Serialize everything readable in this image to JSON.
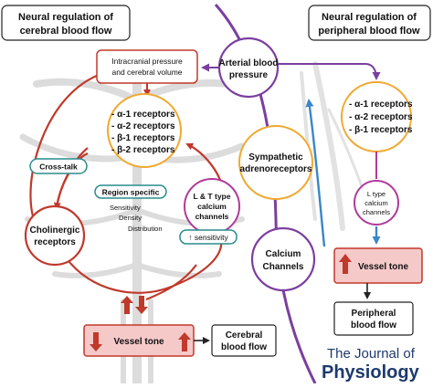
{
  "titles": {
    "cerebral": [
      "Neural regulation of",
      "cerebral blood flow"
    ],
    "peripheral": [
      "Neural regulation of",
      "peripheral blood flow"
    ]
  },
  "nodes": {
    "intracranial": [
      "Intracranial pressure",
      "and cerebral volume"
    ],
    "receptors_left": [
      "- α-1 receptors",
      "- α-2 receptors",
      "- β-1 receptors",
      "- β-2 receptors"
    ],
    "arterial_bp": [
      "Arterial blood",
      "pressure"
    ],
    "receptors_right": [
      "- α-1 receptors",
      "- α-2 receptors",
      "- β-1 receptors"
    ],
    "sympathetic": [
      "Sympathetic",
      "adrenoreceptors"
    ],
    "calcium_channels": [
      "Calcium",
      "Channels"
    ],
    "lt_type_left": [
      "L & T type",
      "calcium",
      "channels"
    ],
    "lt_type_right": [
      "L type",
      "calcium",
      "channels"
    ],
    "cholinergic": [
      "Cholinergic",
      "receptors"
    ],
    "cross_talk": "Cross-talk",
    "region_specific": "Region specific",
    "region_details": [
      "Sensitivity",
      "Density",
      "Distribution"
    ],
    "sensitivity_up": "↑ sensitivity",
    "vessel_tone_left": "Vessel tone",
    "vessel_tone_right": "Vessel tone",
    "cerebral_blood_flow": [
      "Cerebral",
      "blood flow"
    ],
    "peripheral_blood_flow": [
      "Peripheral",
      "blood flow"
    ]
  },
  "journal": [
    "The Journal of",
    "Physiology"
  ],
  "colors": {
    "red": "#c0392b",
    "orange": "#f0a830",
    "purple": "#7b3fa0",
    "magenta": "#b03a9a",
    "blue": "#3a86c8",
    "teal": "#2a8c8c",
    "pink_fill": "#f6c9c9",
    "vessel_gray": "#d8d8d8"
  }
}
